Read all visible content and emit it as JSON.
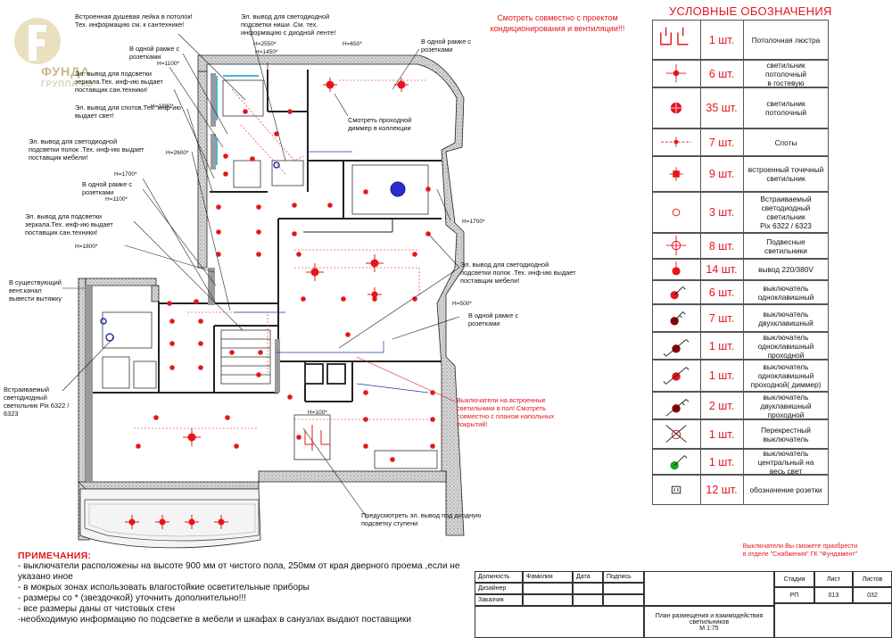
{
  "logo": {
    "name": "ФУНДА",
    "sub": "ГРУППА КО"
  },
  "header_red_note": "Смотреть совместно с проектом кондиционирования и вентиляции!!!",
  "plan_notes": [
    {
      "text": "Встроенная душевая лейка в потолок!\nТех. информацию см. к сантехнике!"
    },
    {
      "text": "В одной рамке с\nрозетками"
    },
    {
      "text": "Эл. вывод для подсветки\nзеркала.Тех. инф-ию выдает\nпоставщик сан.техники!"
    },
    {
      "text": "Эл. вывод для спотов.Тех. инф-ию\nвыдает свет!"
    },
    {
      "text": "Эл. вывод для светодиодной\nподсветки полок .Тех. инф-ию выдает\nпоставщик мебели!"
    },
    {
      "text": "В одной рамке с\nрозетками"
    },
    {
      "text": "Эл. вывод для подсветки\nзеркала.Тех. инф-ию выдает\nпоставщик сан.техники!"
    },
    {
      "text": "В существующий\nвент.канал\nвывести вытяжку"
    },
    {
      "text": "Встраиваемый\nсветодиодный\nсветильник Pix 6322 /\n6323"
    },
    {
      "text": "Эл. вывод для светодиодной\nподсветки ниши .См. тех.\nинформацию с диодной ленте!"
    },
    {
      "text": "В одной рамке с\nрозетками"
    },
    {
      "text": "Смотреть проходной\nдиммер в коллекции"
    },
    {
      "text": "Эл. вывод для светодиодной\nподсветки полок .Тех. инф-ию выдает\nпоставщик мебели!"
    },
    {
      "text": "В одной рамке с\nрозетками"
    },
    {
      "text": "Предусмотреть эл. вывод под диодную\nподсветку ступени"
    }
  ],
  "red_switch_note": "Выключатели на встроенные\nсветильники в пол! Смотреть\nсовместно с планом напольных\nпокрытий!",
  "heights": [
    "H=2550*",
    "H=1450*",
    "H=650*",
    "H=1100*",
    "H=1800*",
    "H=2600*",
    "H=1700*",
    "H=1100*",
    "H=1800*",
    "H=1700*",
    "H=500*",
    "H=100*"
  ],
  "legend": {
    "title": "УСЛОВНЫЕ ОБОЗНАЧЕНИЯ",
    "items": [
      {
        "icon": "chandelier-icon",
        "count": "1 шт.",
        "desc": "Потолочная люстра"
      },
      {
        "icon": "guest-ceiling-light-icon",
        "count": "6 шт.",
        "desc": "светильник потолочный\nв гостевую"
      },
      {
        "icon": "ceiling-light-icon",
        "count": "35 шт.",
        "desc": "светильник\nпотолочный"
      },
      {
        "icon": "spot-icon",
        "count": "7 шт.",
        "desc": "Споты"
      },
      {
        "icon": "recessed-spot-icon",
        "count": "9 шт.",
        "desc": "встроенный точечный\nсветильник"
      },
      {
        "icon": "led-recessed-icon",
        "count": "3 шт.",
        "desc": "Встраиваемый\nсветодиодный светильник\nPix 6322 / 6323"
      },
      {
        "icon": "pendant-icon",
        "count": "8 шт.",
        "desc": "Подвесные светильники"
      },
      {
        "icon": "outlet-220-icon",
        "count": "14 шт.",
        "desc": "вывод 220/380V"
      },
      {
        "icon": "switch-single-icon",
        "count": "6 шт.",
        "desc": "выключатель\nодноклавишный"
      },
      {
        "icon": "switch-double-icon",
        "count": "7 шт.",
        "desc": "выключатель\nдвухклавишный"
      },
      {
        "icon": "switch-single-pass-icon",
        "count": "1 шт.",
        "desc": "выключатель\nодноклавишный\nпроходной"
      },
      {
        "icon": "switch-dimmer-icon",
        "count": "1 шт.",
        "desc": "выключатель\nодноклавишный\nпроходной( диммер)"
      },
      {
        "icon": "switch-double-pass-icon",
        "count": "2 шт.",
        "desc": "выключатель\nдвуклавишный\nпроходной"
      },
      {
        "icon": "cross-switch-icon",
        "count": "1 шт.",
        "desc": "Перекрестный\nвыключатель"
      },
      {
        "icon": "master-switch-icon",
        "count": "1 шт.",
        "desc": "выключатель\nцентральный на\nвесь свет"
      },
      {
        "icon": "socket-icon",
        "count": "12 шт.",
        "desc": "обозначение розетки"
      }
    ],
    "footer": "Выключатели Вы сможете приобрести\nв отделе \"Снабжения\" ГК \"Фундамент\""
  },
  "notes": {
    "title": "ПРИМЕЧАНИЯ:",
    "lines": [
      "- выключатели расположены на высоте 900 мм от чистого пола, 250мм от края дверного проема ,если не указано иное",
      "- в мокрых зонах использовать влагостойкие осветительные приборы",
      "- размеры со * (звездочкой) уточнить дополнительно!!!",
      "- все размеры даны от чистовых стен",
      "-необходимую информацию по подсветке в мебели и шкафах в санузлах выдают поставщики"
    ]
  },
  "title_block": {
    "col_role": "Должность",
    "col_surname": "Фамилия",
    "col_date": "Дата",
    "col_sign": "Подпись",
    "role_designer": "Дизайнер",
    "role_client": "Заказчик",
    "stage_label": "Стадия",
    "sheet_label": "Лист",
    "sheets_label": "Листов",
    "stage": "РП",
    "sheet": "013",
    "sheets": "032",
    "drawing_title": "План размещения и взаимодействия\nсветильников",
    "scale": "М 1:75"
  },
  "colors": {
    "accent_red": "#e4161b",
    "wall_gray": "#9a9a9a",
    "dark_red": "#8b0000",
    "blue": "#2233aa",
    "green": "#1aa51a"
  }
}
